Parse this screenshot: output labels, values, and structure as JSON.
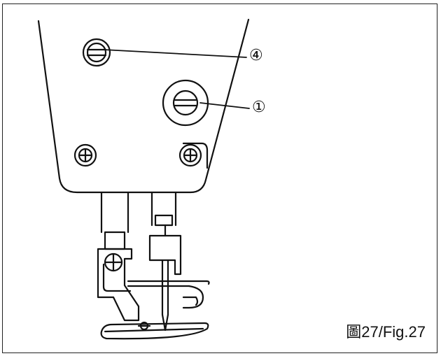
{
  "diagram": {
    "callouts": [
      {
        "id": "callout-4",
        "label": "④"
      },
      {
        "id": "callout-1",
        "label": "①"
      }
    ],
    "caption": "圖27/Fig.27"
  }
}
